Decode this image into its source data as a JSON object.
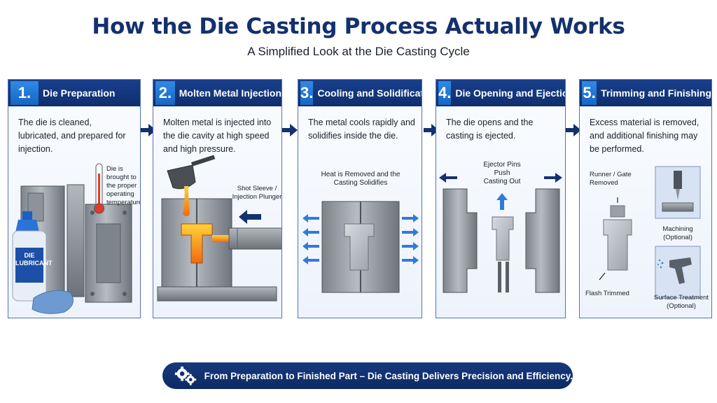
{
  "title": "How the Die Casting Process Actually Works",
  "subtitle": "A Simplified Look at the Die Casting Cycle",
  "colors": {
    "navy": "#14306e",
    "accent_blue": "#1d72d0",
    "molten": "#f07a1a",
    "panel_border": "#4f74b8"
  },
  "steps": [
    {
      "number": "1.",
      "label": "Die Preparation",
      "description": "The die is cleaned, lubricated, and prepared for injection.",
      "notes": [
        "Die is brought to the proper operating temperature."
      ],
      "bottle_label": "DIE LUBRICANT",
      "icons": [
        "thermometer-icon",
        "spray-bottle-icon",
        "cloth-icon",
        "die-block-icon"
      ]
    },
    {
      "number": "2.",
      "label": "Molten Metal Injection",
      "description": "Molten metal is injected into the die cavity at high speed and high pressure.",
      "notes": [
        "Shot Sleeve / Injection Plunger"
      ],
      "icons": [
        "ladle-icon",
        "plunger-icon",
        "die-cavity-icon"
      ]
    },
    {
      "number": "3.",
      "label": "Cooling and Solidification",
      "description": "The metal cools rapidly and solidifies inside the die.",
      "notes": [
        "Heat is Removed and the Casting Solidifies"
      ],
      "icons": [
        "heat-flow-arrow-icon",
        "closed-die-icon"
      ]
    },
    {
      "number": "4.",
      "label": "Die Opening and Ejection",
      "description": "The die opens and the casting is ejected.",
      "notes": [
        "Ejector Pins Push Casting Out"
      ],
      "icons": [
        "die-half-icon",
        "ejector-pin-icon",
        "casting-icon"
      ]
    },
    {
      "number": "5.",
      "label": "Trimming and Finishing",
      "description": "Excess material is removed, and additional finishing may be performed.",
      "notes": [
        "Runner / Gate Removed",
        "Machining (Optional)",
        "Flash Trimmed",
        "Surface Treatment (Optional)"
      ],
      "icons": [
        "finished-part-icon",
        "drill-icon",
        "spray-gun-icon"
      ]
    }
  ],
  "footer": {
    "text": "From Preparation to Finished Part – Die Casting Delivers Precision and Efficiency.",
    "icon": "gears-icon"
  }
}
